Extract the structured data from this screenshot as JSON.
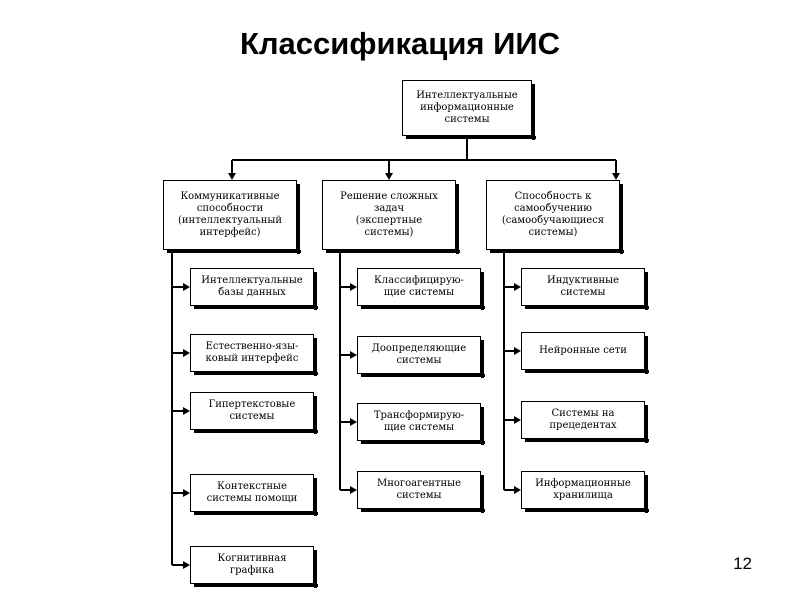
{
  "title": "Классификация ИИС",
  "slide_number": "12",
  "colors": {
    "line": "#000000",
    "box_fill": "#ffffff",
    "text": "#000000"
  },
  "root": {
    "label": "Интеллектуальные\nинформационные\nсистемы"
  },
  "branches": [
    {
      "label": "Коммуникативные\nспособности\n(интеллектуальный\nинтерфейс)",
      "children": [
        "Интеллектуальные\nбазы данных",
        "Естественно-язы-\nковый интерфейс",
        "Гипертекстовые\nсистемы",
        "Контекстные\nсистемы помощи",
        "Когнитивная\nграфика"
      ]
    },
    {
      "label": "Решение сложных\nзадач\n(экспертные\nсистемы)",
      "children": [
        "Классифицирую-\nщие системы",
        "Доопределяющие\nсистемы",
        "Трансформирую-\nщие системы",
        "Многоагентные\nсистемы"
      ]
    },
    {
      "label": "Способность к\nсамообучению\n(самообучающиеся\nсистемы)",
      "children": [
        "Индуктивные\nсистемы",
        "Нейронные сети",
        "Системы на\nпрецедентах",
        "Информационные\nхранилища"
      ]
    }
  ]
}
